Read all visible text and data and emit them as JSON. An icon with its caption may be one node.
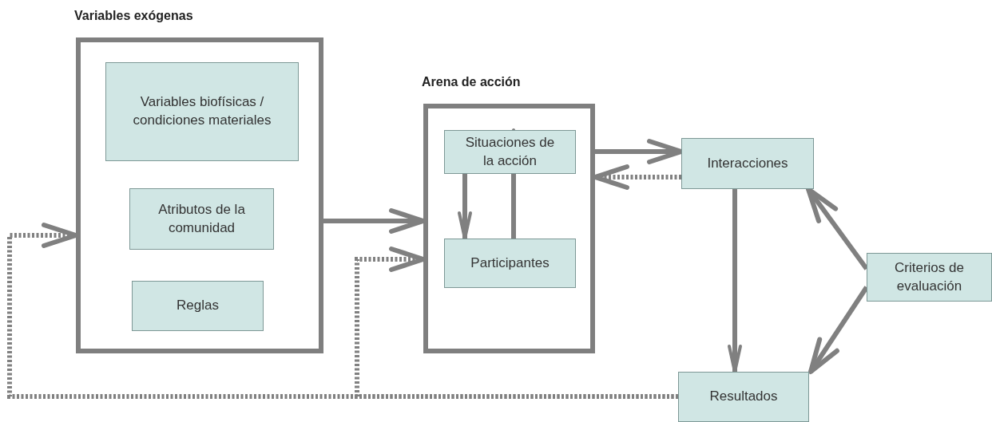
{
  "diagram": {
    "nodes": [
      {
        "text": [
          "Variables exógenas"
        ]
      },
      {
        "text": [
          "Variables biofísicas / condiciones materiales"
        ],
        "in": 0
      },
      {
        "text": [
          "Atributos de la comunidad"
        ],
        "in": 0
      },
      {
        "text": [
          "Reglas"
        ],
        "in": 0
      },
      {
        "text": [
          "Arena de acción"
        ]
      },
      {
        "text": [
          "Situaciones de la acción"
        ],
        "in": 4
      },
      {
        "text": [
          "Participantes"
        ],
        "in": 4
      },
      {
        "text": [
          "Interacciones"
        ]
      },
      {
        "text": [
          "Criterios de evaluación"
        ]
      },
      {
        "text": [
          "Resultados"
        ]
      }
    ],
    "edges": [
      {
        "from": 0,
        "to": 4,
        "arrow": "to"
      },
      {
        "from": 5,
        "to": 6,
        "arrow": "to"
      },
      {
        "from": 6,
        "to": 5,
        "arrow": "to"
      },
      {
        "from": 4,
        "to": 7,
        "arrow": "to"
      },
      {
        "from": 7,
        "to": 4,
        "arrow": "to",
        "style": "dashed"
      },
      {
        "from": 7,
        "to": 9,
        "arrow": "to"
      },
      {
        "from": 8,
        "to": 7,
        "arrow": "to"
      },
      {
        "from": 8,
        "to": 9,
        "arrow": "to"
      },
      {
        "from": 9,
        "to": 0,
        "arrow": "to",
        "style": "dashed"
      },
      {
        "from": 9,
        "to": 4,
        "arrow": "to",
        "style": "dashed"
      }
    ]
  }
}
